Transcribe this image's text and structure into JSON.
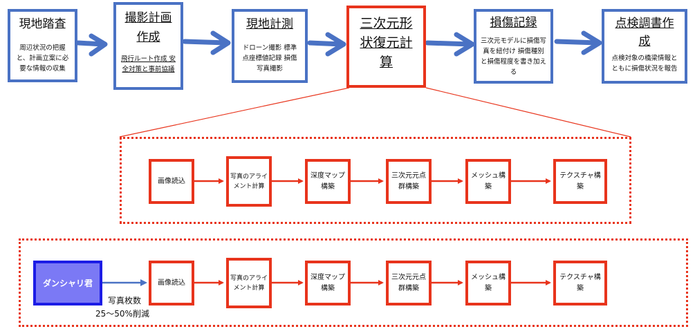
{
  "top_flow": [
    {
      "title": "現地踏査",
      "desc": "周辺状況の把握と、計画立案に必要な情報の収集"
    },
    {
      "title": "撮影計画作成",
      "desc": "飛行ルート作成 安全対策と事前協議"
    },
    {
      "title": "現地計測",
      "desc": "ドローン撮影 標準点座標値記録 損傷写真撮影"
    },
    {
      "title": "三次元形状復元計算",
      "desc": ""
    },
    {
      "title": "損傷記録",
      "desc": "三次元モデルに損傷写真を紐付け 損傷種別と損傷程度を書き加える"
    },
    {
      "title": "点検調書作成",
      "desc": "点検対象の橋梁情報とともに損傷状況を報告"
    }
  ],
  "detail_flow": [
    "画像読込",
    "写真のアライメント計算",
    "深度マップ構築",
    "三次元元点群構築",
    "メッシュ構築",
    "テクスチャ構築"
  ],
  "optimized_flow": {
    "tool_label": "ダンシャリ君",
    "note_line1": "写真枚数",
    "note_line2": "25～50%削減",
    "steps": [
      "画像読込",
      "写真のアライメント計算",
      "深度マップ構築",
      "三次元元点群構築",
      "メッシュ構築",
      "テクスチャ構築"
    ]
  },
  "colors": {
    "blue_border": "#4a72c4",
    "red_border": "#e8341c",
    "tool_fill": "#7b79f5",
    "tool_border": "#1c1ce6"
  }
}
